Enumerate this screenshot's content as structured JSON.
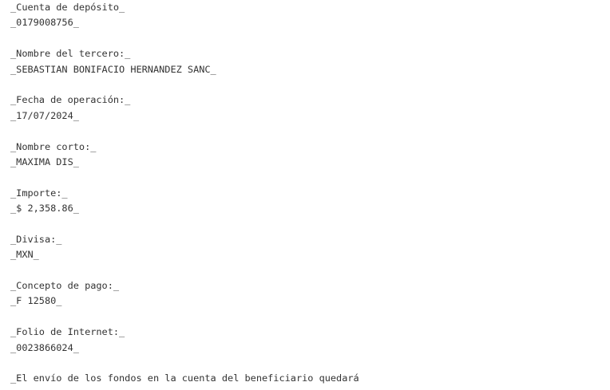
{
  "fields": [
    {
      "label": "_Cuenta de depósito_",
      "value": "_0179008756_"
    },
    {
      "label": "_Nombre del tercero:_",
      "value": "_SEBASTIAN BONIFACIO HERNANDEZ SANC_"
    },
    {
      "label": "_Fecha de operación:_",
      "value": "_17/07/2024_"
    },
    {
      "label": "_Nombre corto:_",
      "value": "_MAXIMA DIS_"
    },
    {
      "label": "_Importe:_",
      "value": "_$ 2,358.86_"
    },
    {
      "label": "_Divisa:_",
      "value": "_MXN_"
    },
    {
      "label": "_Concepto de pago:_",
      "value": "_F 12580_"
    },
    {
      "label": "_Folio de Internet:_",
      "value": "_0023866024_"
    }
  ],
  "footer_text": "_El envío de los fondos en la cuenta del beneficiario quedará"
}
